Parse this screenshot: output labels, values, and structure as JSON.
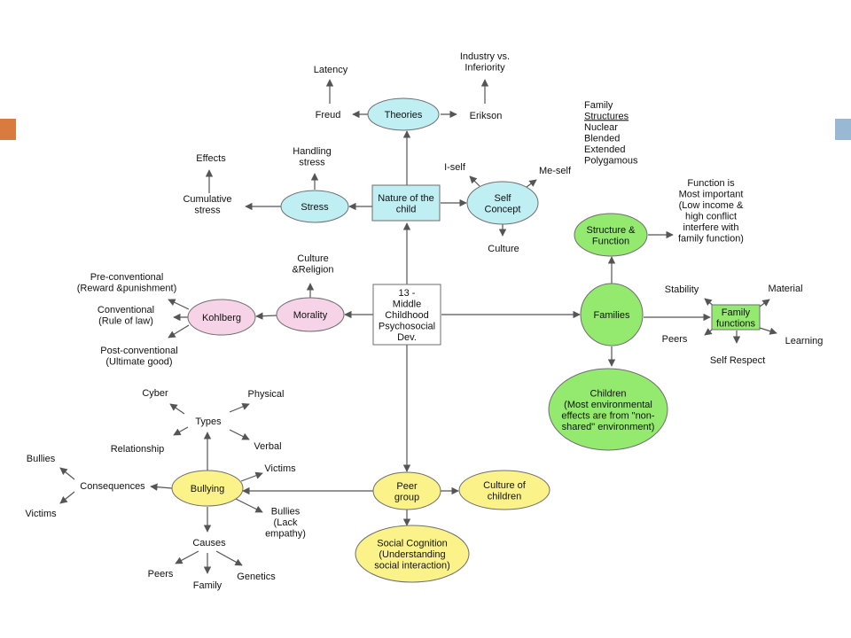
{
  "colors": {
    "left_accent": "#d97b3e",
    "right_accent": "#98b8d3",
    "blue": "#bfeef3",
    "green": "#93ea6f",
    "pink": "#f6d3e6",
    "yellow": "#fbf28a",
    "white": "#ffffff"
  },
  "nodes": {
    "center": [
      "13 -",
      "Middle",
      "Childhood",
      "Psychosocial",
      "Dev."
    ],
    "nature": [
      "Nature of the",
      "child"
    ],
    "theories": [
      "Theories"
    ],
    "freud": [
      "Freud"
    ],
    "latency": [
      "Latency"
    ],
    "erikson": [
      "Erikson"
    ],
    "industry": [
      "Industry vs.",
      "Inferiority"
    ],
    "stress": [
      "Stress"
    ],
    "handling": [
      "Handling",
      "stress"
    ],
    "cumulative": [
      "Cumulative",
      "stress"
    ],
    "effects": [
      "Effects"
    ],
    "selfconcept": [
      "Self",
      "Concept"
    ],
    "iself": [
      "I-self"
    ],
    "meself": [
      "Me-self"
    ],
    "culture_sc": [
      "Culture"
    ],
    "morality": [
      "Morality"
    ],
    "culture_rel": [
      "Culture",
      "&Religion"
    ],
    "kohlberg": [
      "Kohlberg"
    ],
    "preconv": [
      "Pre-conventional",
      "(Reward &punishment)"
    ],
    "conv": [
      "Conventional",
      "(Rule of law)"
    ],
    "postconv": [
      "Post-conventional",
      "(Ultimate good)"
    ],
    "families": [
      "Families"
    ],
    "structure": [
      "Structure &",
      "Function"
    ],
    "famstruct": [
      "Family",
      "Structures",
      "Nuclear",
      "Blended",
      "Extended",
      "Polygamous"
    ],
    "function": [
      "Function is",
      "Most important",
      "(Low income &",
      "high conflict",
      "interfere with",
      "family function)"
    ],
    "famfunc": [
      "Family",
      "functions"
    ],
    "stability": [
      "Stability"
    ],
    "material": [
      "Material"
    ],
    "peers_ff": [
      "Peers"
    ],
    "learning": [
      "Learning"
    ],
    "selfrespect": [
      "Self Respect"
    ],
    "children": [
      "Children",
      "(Most environmental",
      "effects are from \"non-",
      "shared\" environment)"
    ],
    "peer": [
      "Peer",
      "group"
    ],
    "culture_child": [
      "Culture of",
      "children"
    ],
    "socialcog": [
      "Social Cognition",
      "(Understanding",
      "social interaction)"
    ],
    "bullying": [
      "Bullying"
    ],
    "types": [
      "Types"
    ],
    "cyber": [
      "Cyber"
    ],
    "physical": [
      "Physical"
    ],
    "verbal": [
      "Verbal"
    ],
    "relationship": [
      "Relationship"
    ],
    "victims_b": [
      "Victims"
    ],
    "bullies_lack": [
      "Bullies",
      "(Lack",
      "empathy)"
    ],
    "consequences": [
      "Consequences"
    ],
    "bullies_c": [
      "Bullies"
    ],
    "victims_c": [
      "Victims"
    ],
    "causes": [
      "Causes"
    ],
    "peers_c": [
      "Peers"
    ],
    "family_c": [
      "Family"
    ],
    "genetics": [
      "Genetics"
    ]
  }
}
